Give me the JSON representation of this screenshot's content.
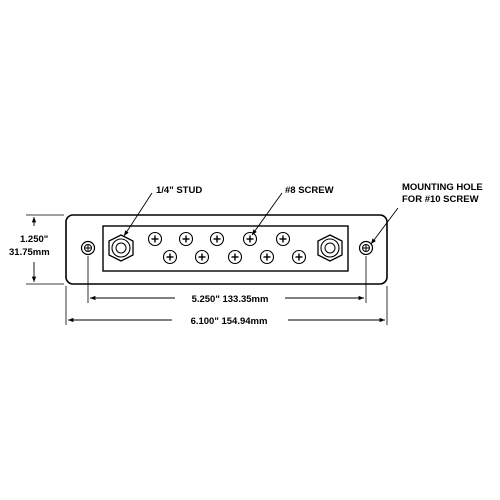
{
  "labels": {
    "stud": "1/4\" STUD",
    "screw": "#8 SCREW",
    "mounting_line1": "MOUNTING HOLE",
    "mounting_line2": "FOR #10 SCREW"
  },
  "dimensions": {
    "height_in": "1.250\"",
    "height_mm": "31.75mm",
    "hole_spacing": "5.250\" 133.35mm",
    "overall_length": "6.100\" 154.94mm"
  },
  "colors": {
    "line": "#000000",
    "background": "#ffffff",
    "plate": "#ffffff"
  }
}
